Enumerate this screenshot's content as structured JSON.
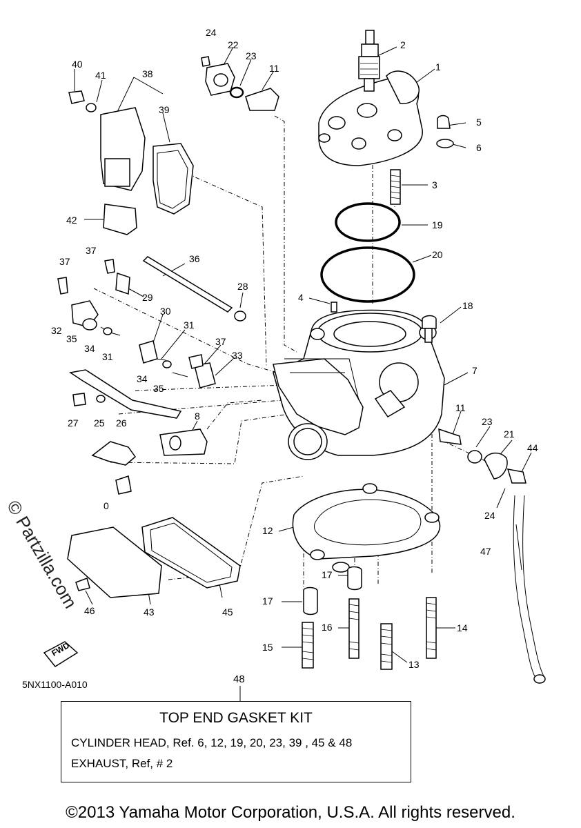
{
  "callouts": [
    "1",
    "2",
    "3",
    "4",
    "5",
    "6",
    "7",
    "8",
    "11",
    "11",
    "12",
    "13",
    "14",
    "15",
    "16",
    "17",
    "17",
    "18",
    "19",
    "20",
    "21",
    "22",
    "23",
    "23",
    "24",
    "24",
    "25",
    "26",
    "27",
    "28",
    "29",
    "30",
    "31",
    "31",
    "32",
    "33",
    "34",
    "34",
    "35",
    "35",
    "36",
    "37",
    "37",
    "37",
    "38",
    "39",
    "40",
    "41",
    "42",
    "43",
    "44",
    "45",
    "46",
    "47"
  ],
  "partial_callout": "0",
  "drawing_code": "5NX1100-A010",
  "fwd_label": "FWD",
  "watermark": "© Partzilla.com",
  "kit": {
    "ref": "48",
    "title": "TOP END GASKET KIT",
    "line1": "CYLINDER HEAD, Ref. 6, 12, 19, 20, 23, 39 , 45 & 48",
    "line2": "EXHAUST, Ref, # 2"
  },
  "copyright": "©2013 Yamaha Motor Corporation, U.S.A. All rights reserved."
}
